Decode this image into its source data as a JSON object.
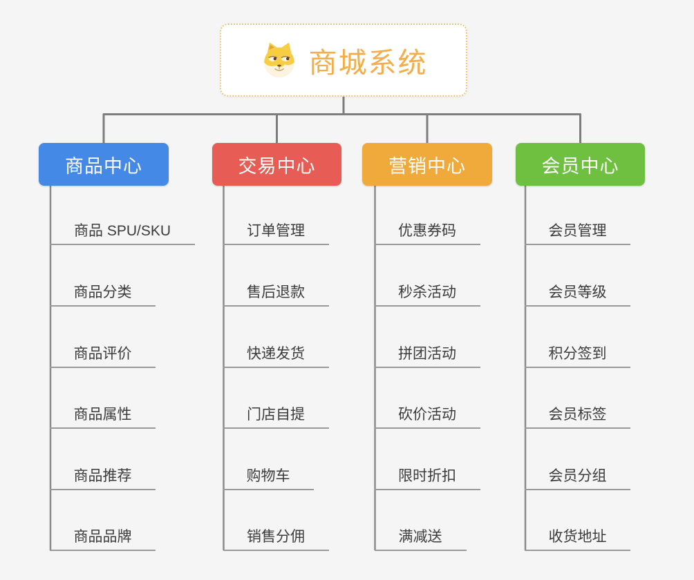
{
  "page": {
    "background_color": "#f5f5f6",
    "connector_color": "#7d7d7d",
    "branch_line_color": "#8a8a8a",
    "underline_color": "#999999"
  },
  "root": {
    "title": "商城系统",
    "icon": "shiba-dog-icon",
    "title_color": "#f3ae4a",
    "border_color": "#eec479"
  },
  "branches": [
    {
      "label": "商品中心",
      "color": "#4589e7",
      "items": [
        "商品 SPU/SKU",
        "商品分类",
        "商品评价",
        "商品属性",
        "商品推荐",
        "商品品牌"
      ]
    },
    {
      "label": "交易中心",
      "color": "#e85c56",
      "items": [
        "订单管理",
        "售后退款",
        "快递发货",
        "门店自提",
        "购物车",
        "销售分佣"
      ]
    },
    {
      "label": "营销中心",
      "color": "#efaa3b",
      "items": [
        "优惠券码",
        "秒杀活动",
        "拼团活动",
        "砍价活动",
        "限时折扣",
        "满减送"
      ]
    },
    {
      "label": "会员中心",
      "color": "#6fc040",
      "items": [
        "会员管理",
        "会员等级",
        "积分签到",
        "会员标签",
        "会员分组",
        "收货地址"
      ]
    }
  ]
}
